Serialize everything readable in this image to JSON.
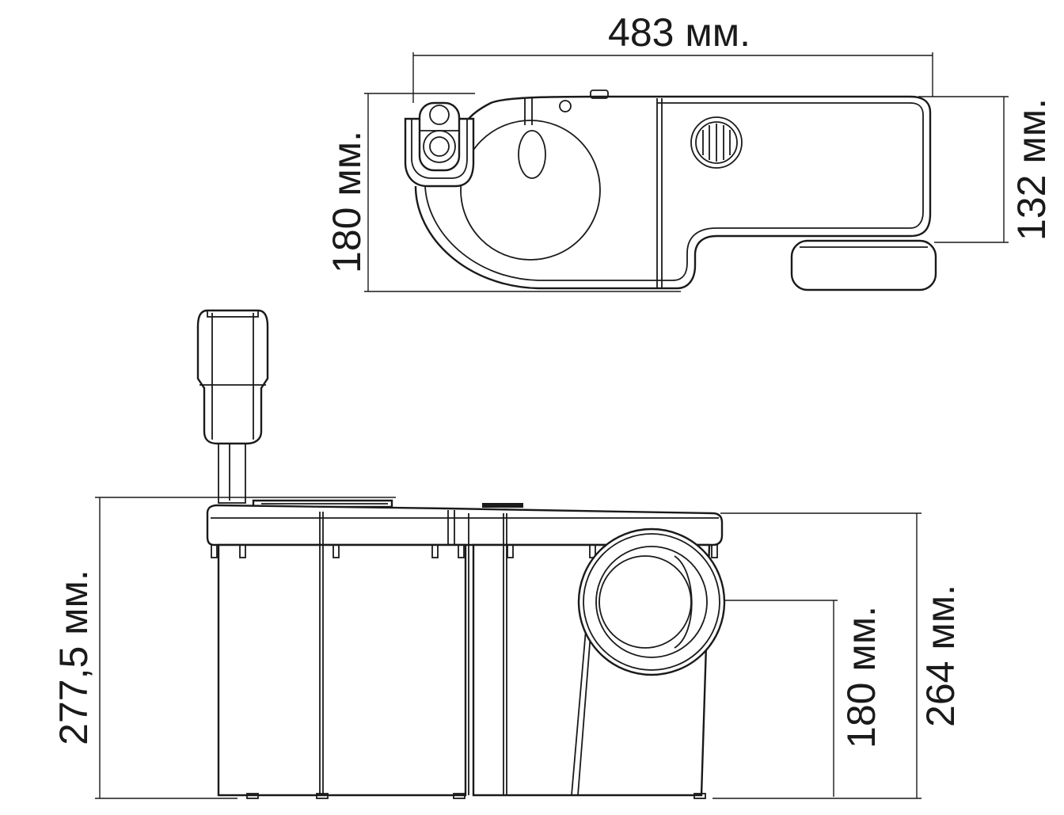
{
  "dimensions": {
    "top_width": "483 мм.",
    "top_depth": "180 мм.",
    "top_side_depth": "132 мм.",
    "front_total_height": "277,5 мм.",
    "front_outlet_height": "180 мм.",
    "front_body_height": "264 мм."
  },
  "views": {
    "top": "top-view",
    "front": "front-view"
  },
  "colors": {
    "line": "#1a1a1a",
    "background": "#ffffff"
  }
}
